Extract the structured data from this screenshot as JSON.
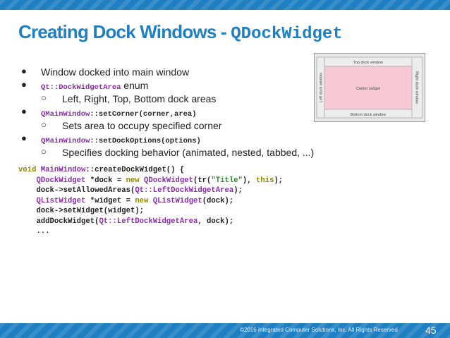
{
  "title": {
    "main": "Creating Dock Windows - ",
    "code": "QDockWidget"
  },
  "bullets": {
    "b1": "Window docked into main window",
    "b2_cls": "Qt::DockWidgetArea",
    "b2_rest": " enum",
    "b2_sub": "Left, Right, Top, Bottom dock areas",
    "b3_cls": "QMainWindow",
    "b3_rest": "::setCorner(corner,area)",
    "b3_sub": "Sets area to occupy specified corner",
    "b4_cls": "QMainWindow",
    "b4_rest": "::setDockOptions(options)",
    "b4_sub": "Specifies docking behavior (animated, nested, tabbed, ...)"
  },
  "code": {
    "l1_kw": "void",
    "l1_cls": "MainWindow",
    "l1_rest": "::createDockWidget() {",
    "l2_cls1": "QDockWidget",
    "l2_a": " *dock = ",
    "l2_kw1": "new",
    "l2_cls2": "QDockWidget",
    "l2_b": "(tr(",
    "l2_str": "\"Title\"",
    "l2_c": "), ",
    "l2_kw2": "this",
    "l2_d": ");",
    "l3_a": "dock->setAllowedAreas(",
    "l3_cls": "Qt::LeftDockWidgetArea",
    "l3_b": ");",
    "l4_cls1": "QListWidget",
    "l4_a": " *widget = ",
    "l4_kw": "new",
    "l4_cls2": "QListWidget",
    "l4_b": "(dock);",
    "l5": "dock->setWidget(widget);",
    "l6_a": "addDockWidget(",
    "l6_cls": "Qt::LeftDockWidgetArea",
    "l6_b": ", dock);",
    "l7": "..."
  },
  "diagram": {
    "top": "Top dock window",
    "left": "Left dock window",
    "center": "Center widget",
    "right": "Right dock window",
    "bottom": "Bottom dock window"
  },
  "footer": {
    "copyright": "©2016 Integrated Computer Solutions, Inc. All Rights Reserved",
    "page": "45"
  },
  "colors": {
    "accent": "#1e7fc2",
    "center_fill": "#f7c9d4",
    "keyword": "#8a8a00",
    "class": "#8a2bb0",
    "string": "#2e8b2e"
  }
}
